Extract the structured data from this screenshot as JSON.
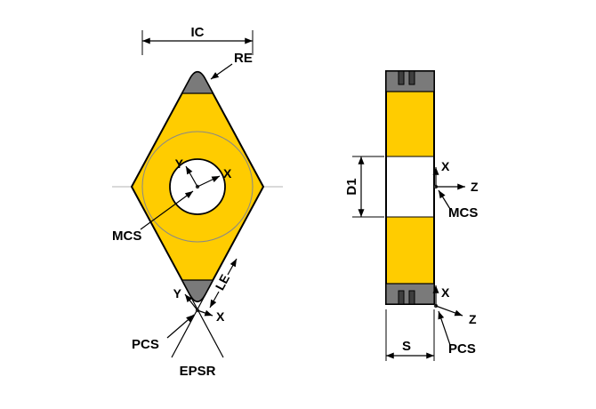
{
  "colors": {
    "insert": "#ffcc00",
    "corner": "#7a7a7a",
    "outline": "#000000"
  },
  "front_view": {
    "dim_ic": "IC",
    "label_re": "RE",
    "label_mcs": "MCS",
    "label_pcs": "PCS",
    "label_epsr": "EPSR",
    "dim_le": "LE",
    "center_axis_x": "X",
    "center_axis_y": "Y",
    "tip_axis_x": "X",
    "tip_axis_y": "Y"
  },
  "side_view": {
    "dim_d1": "D1",
    "dim_s": "S",
    "label_mcs": "MCS",
    "label_pcs": "PCS",
    "mcs_axis_x": "X",
    "mcs_axis_z": "Z",
    "pcs_axis_x": "X",
    "pcs_axis_z": "Z"
  }
}
